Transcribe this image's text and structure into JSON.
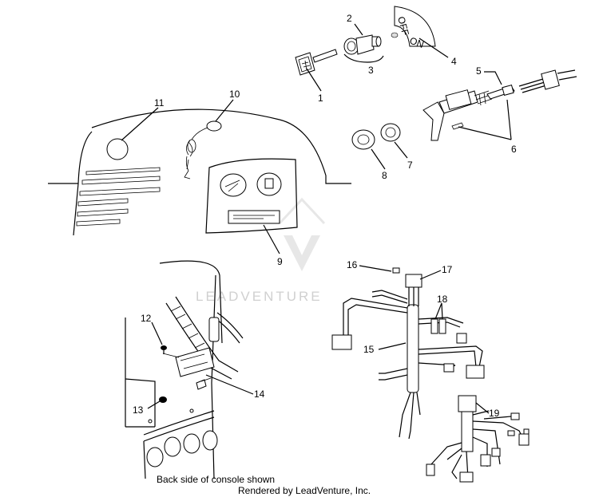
{
  "callouts": [
    "1",
    "2",
    "3",
    "4",
    "5",
    "6",
    "7",
    "8",
    "9",
    "10",
    "11",
    "12",
    "13",
    "14",
    "15",
    "16",
    "17",
    "18",
    "19"
  ],
  "switch_plate": {
    "off": "OFF",
    "on": "ON"
  },
  "caption": "Back side of console shown",
  "watermark": "LEADVENTURE",
  "credit": "Rendered by LeadVenture, Inc."
}
